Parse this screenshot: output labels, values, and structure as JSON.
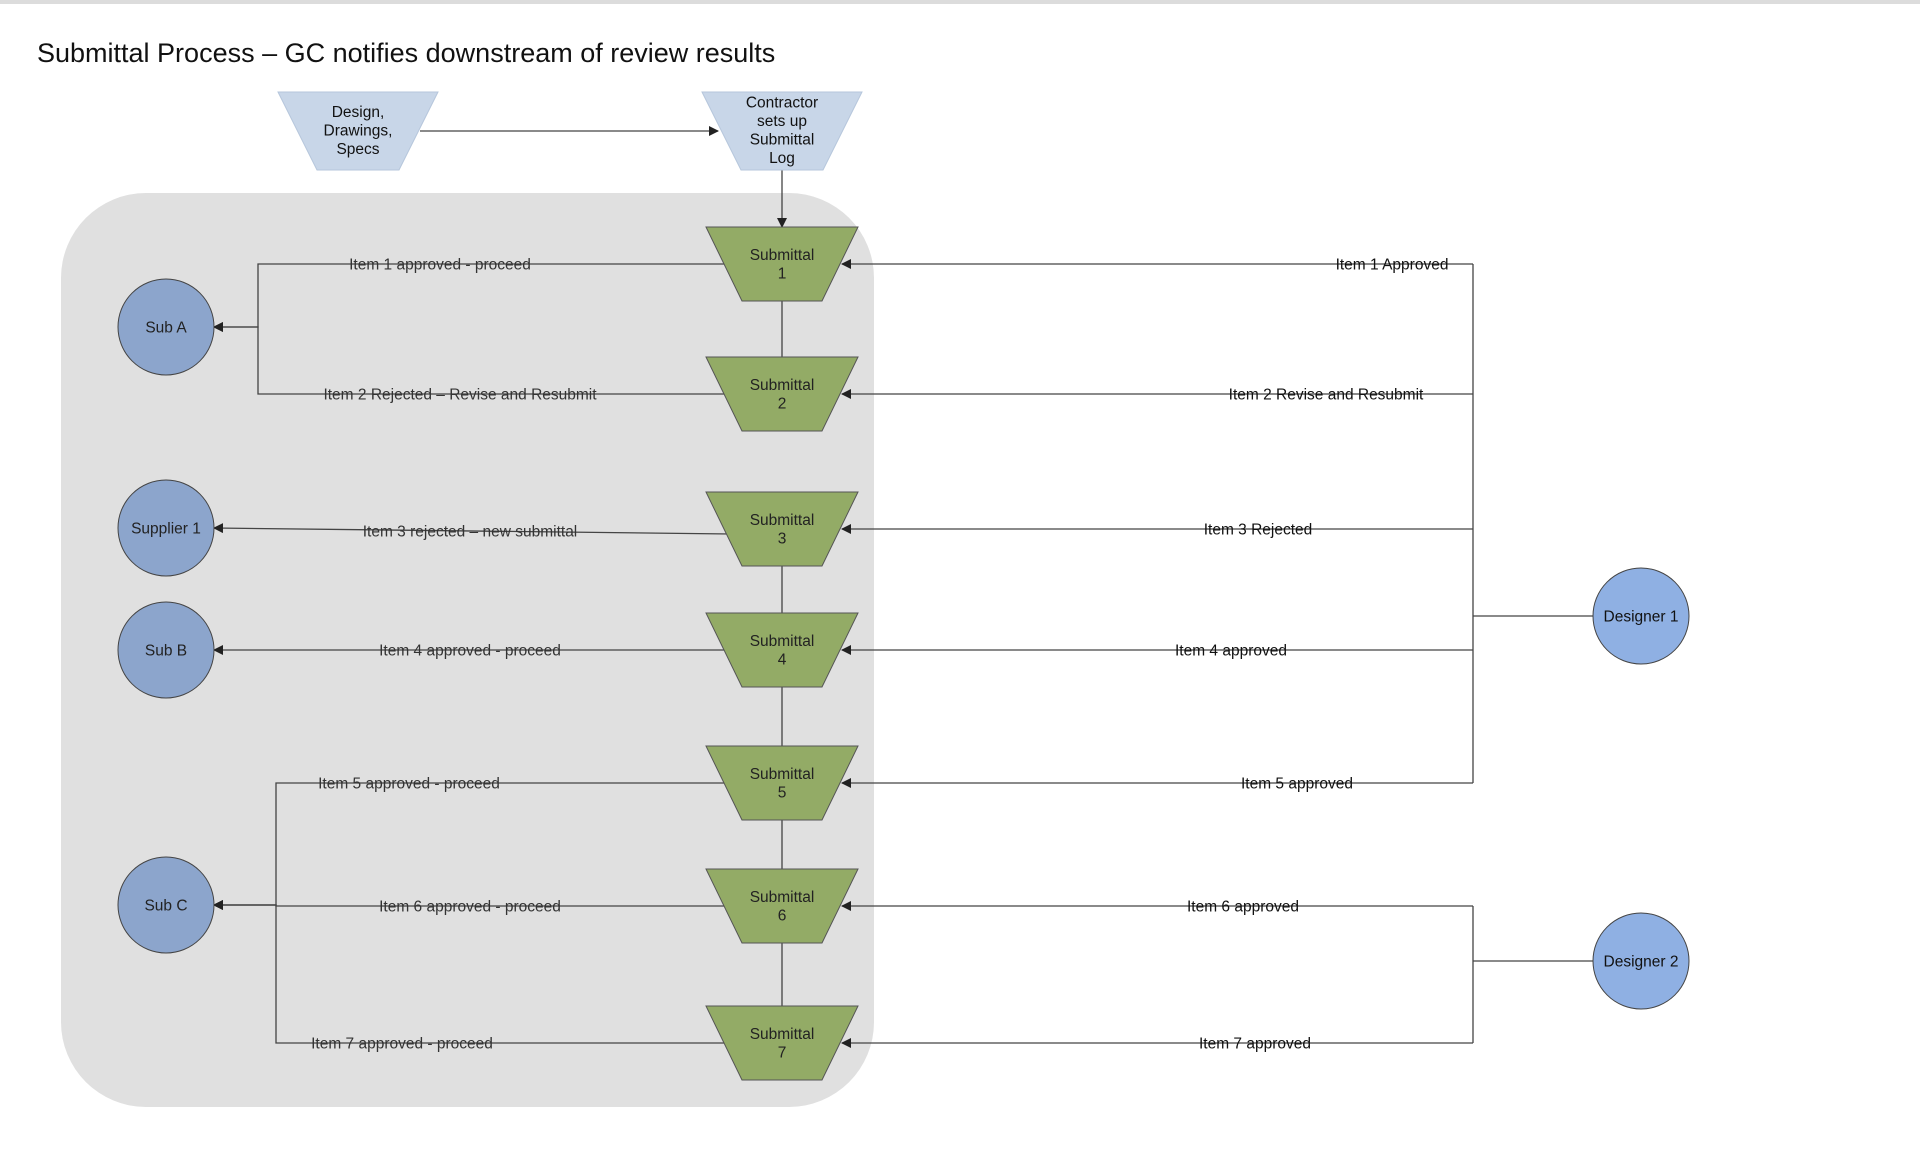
{
  "title": "Submittal Process – GC notifies downstream of review results",
  "colors": {
    "input_fill": "#c8d6e8",
    "submittal_fill": "#93ab66",
    "recipient_fill": "#8ca5cc",
    "designer_fill": "#8fb0e3",
    "group_fill": "#e0e0e0",
    "line": "#333333"
  },
  "inputs": [
    {
      "id": "design",
      "lines": [
        "Design,",
        "Drawings,",
        "Specs"
      ]
    },
    {
      "id": "log",
      "lines": [
        "Contractor",
        "sets up",
        "Submittal",
        "Log"
      ]
    }
  ],
  "submittals": [
    {
      "id": "s1",
      "lines": [
        "Submittal",
        "1"
      ]
    },
    {
      "id": "s2",
      "lines": [
        "Submittal",
        "2"
      ]
    },
    {
      "id": "s3",
      "lines": [
        "Submittal",
        "3"
      ]
    },
    {
      "id": "s4",
      "lines": [
        "Submittal",
        "4"
      ]
    },
    {
      "id": "s5",
      "lines": [
        "Submittal",
        "5"
      ]
    },
    {
      "id": "s6",
      "lines": [
        "Submittal",
        "6"
      ]
    },
    {
      "id": "s7",
      "lines": [
        "Submittal",
        "7"
      ]
    }
  ],
  "recipients": [
    {
      "id": "sub-a",
      "label": "Sub A"
    },
    {
      "id": "supplier-1",
      "label": "Supplier 1"
    },
    {
      "id": "sub-b",
      "label": "Sub B"
    },
    {
      "id": "sub-c",
      "label": "Sub C"
    }
  ],
  "designers": [
    {
      "id": "designer-1",
      "label": "Designer 1"
    },
    {
      "id": "designer-2",
      "label": "Designer 2"
    }
  ],
  "left_edges": [
    {
      "from": "s1",
      "to": "sub-a",
      "label": "Item 1 approved - proceed"
    },
    {
      "from": "s2",
      "to": "sub-a",
      "label": "Item 2 Rejected – Revise and Resubmit"
    },
    {
      "from": "s3",
      "to": "supplier-1",
      "label": "Item 3 rejected – new submittal"
    },
    {
      "from": "s4",
      "to": "sub-b",
      "label": "Item 4 approved - proceed"
    },
    {
      "from": "s5",
      "to": "sub-c",
      "label": "Item 5 approved - proceed"
    },
    {
      "from": "s6",
      "to": "sub-c",
      "label": "Item 6 approved - proceed"
    },
    {
      "from": "s7",
      "to": "sub-c",
      "label": "Item 7 approved - proceed"
    }
  ],
  "right_edges": [
    {
      "from": "designer-1",
      "to": "s1",
      "label": "Item 1 Approved"
    },
    {
      "from": "designer-1",
      "to": "s2",
      "label": "Item 2 Revise and Resubmit"
    },
    {
      "from": "designer-1",
      "to": "s3",
      "label": "Item 3 Rejected"
    },
    {
      "from": "designer-1",
      "to": "s4",
      "label": "Item 4 approved"
    },
    {
      "from": "designer-1",
      "to": "s5",
      "label": "Item 5 approved"
    },
    {
      "from": "designer-2",
      "to": "s6",
      "label": "Item 6 approved"
    },
    {
      "from": "designer-2",
      "to": "s7",
      "label": "Item 7 approved"
    }
  ]
}
